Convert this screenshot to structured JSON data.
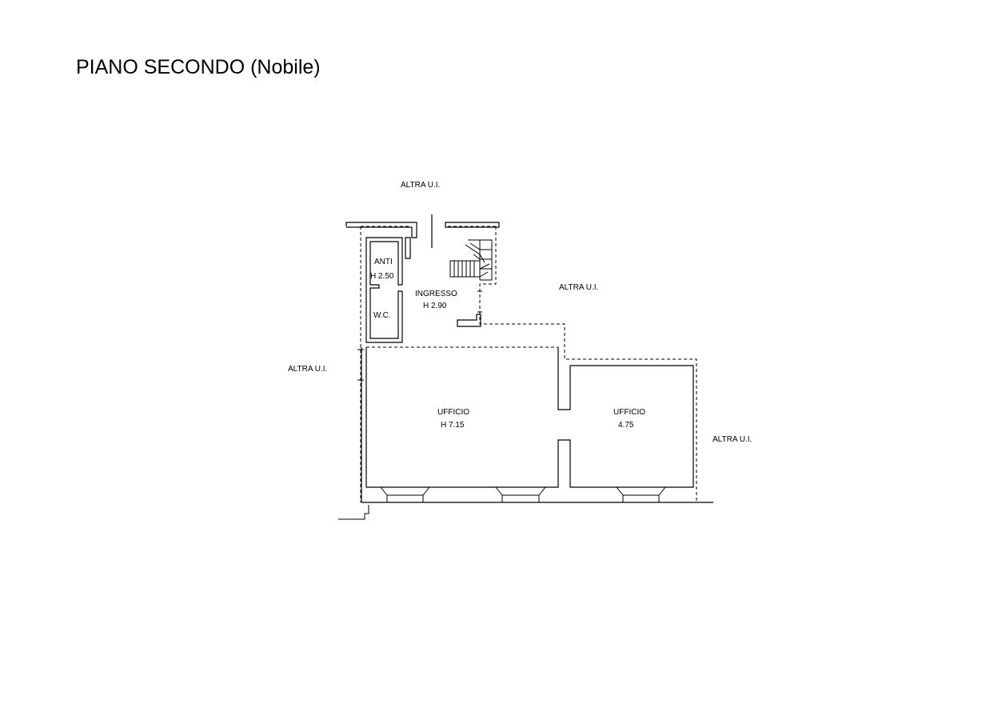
{
  "drawing": {
    "title": "PIANO SECONDO (Nobile)",
    "neighbor_labels": {
      "top": "ALTRA U.I.",
      "right_upper": "ALTRA U.I.",
      "left": "ALTRA U.I.",
      "right_lower": "ALTRA U.I."
    },
    "rooms": {
      "anti": {
        "name": "ANTI",
        "height": "H 2.50"
      },
      "wc": {
        "name": "W.C."
      },
      "ingresso": {
        "name": "INGRESSO",
        "height": "H 2.90"
      },
      "ufficio_left": {
        "name": "UFFICIO",
        "height": "H 7.15"
      },
      "ufficio_right": {
        "name": "UFFICIO",
        "height": "4.75"
      }
    }
  }
}
